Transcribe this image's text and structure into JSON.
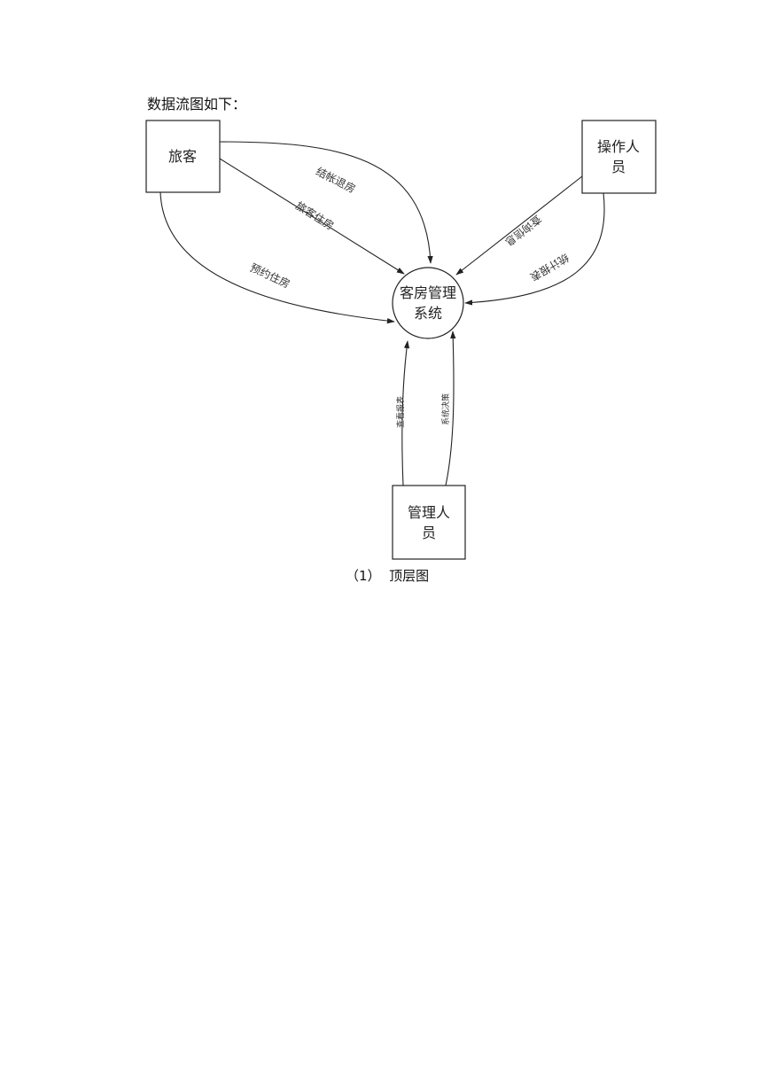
{
  "intro_text": "数据流图如下：",
  "caption": "（1）  顶层图",
  "diagram": {
    "entities": {
      "traveler": "旅客",
      "operator_line1": "操作人",
      "operator_line2": "员",
      "manager_line1": "管理人",
      "manager_line2": "员"
    },
    "process": {
      "line1": "客房管理",
      "line2": "系统"
    },
    "flows": {
      "checkout": "结帐退房",
      "checkin": "旅客住房",
      "reserve": "预约住房",
      "query_info": "查询信息",
      "stat_report": "统计报表",
      "view_report": "查看报表",
      "decision": "系统决策"
    }
  }
}
